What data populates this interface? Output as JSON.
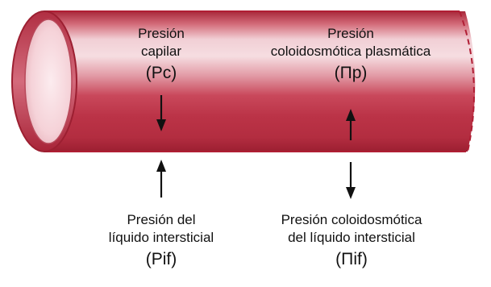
{
  "vessel": {
    "wall_color": "#b52a3c",
    "highlight_color": "#f4d3d8",
    "lumen_color": "#fbe5e8",
    "outline_color": "#b01e34"
  },
  "forces": [
    {
      "id": "pc",
      "lines": [
        "Presión",
        "capilar"
      ],
      "symbol": "(Pc)",
      "arrow": "down",
      "location": "inside"
    },
    {
      "id": "pip",
      "lines": [
        "Presión",
        "coloidosmótica plasmática"
      ],
      "symbol": "(Πp)",
      "arrow": "up",
      "location": "inside"
    },
    {
      "id": "pif",
      "lines": [
        "Presión del",
        "líquido intersticial"
      ],
      "symbol": "(Pif)",
      "arrow": "up",
      "location": "outside"
    },
    {
      "id": "piif",
      "lines": [
        "Presión coloidosmótica",
        "del líquido intersticial"
      ],
      "symbol": "(Πif)",
      "arrow": "down",
      "location": "outside"
    }
  ]
}
